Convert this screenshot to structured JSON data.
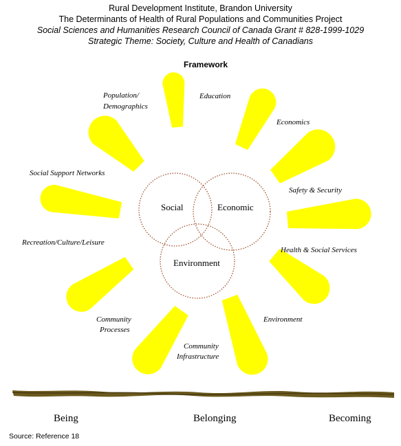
{
  "header": {
    "line1": "Rural Development Institute, Brandon University",
    "line2": "The Determinants of Health of Rural Populations and Communities Project",
    "line3": "Social Sciences and Humanities Research Council of Canada Grant # 828-1999-1029",
    "line4": "Strategic Theme: Society, Culture and Health of Canadians"
  },
  "framework_title": "Framework",
  "determinants": {
    "population_line1": "Population/",
    "population_line2": "Demographics",
    "education": "Education",
    "economics": "Economics",
    "social_support": "Social Support Networks",
    "safety": "Safety & Security",
    "recreation": "Recreation/Culture/Leisure",
    "health_services": "Health & Social Services",
    "environment": "Environment",
    "community_processes_line1": "Community",
    "community_processes_line2": "Processes",
    "community_infrastructure_line1": "Community",
    "community_infrastructure_line2": "Infrastructure"
  },
  "circles": {
    "social": "Social",
    "economic": "Economic",
    "environment": "Environment"
  },
  "footer": {
    "being": "Being",
    "belonging": "Belonging",
    "becoming": "Becoming"
  },
  "source": "Source: Reference 18",
  "colors": {
    "petal": "#ffff00",
    "circle_stroke": "#a0522d",
    "ground": "#6b5a1e"
  }
}
